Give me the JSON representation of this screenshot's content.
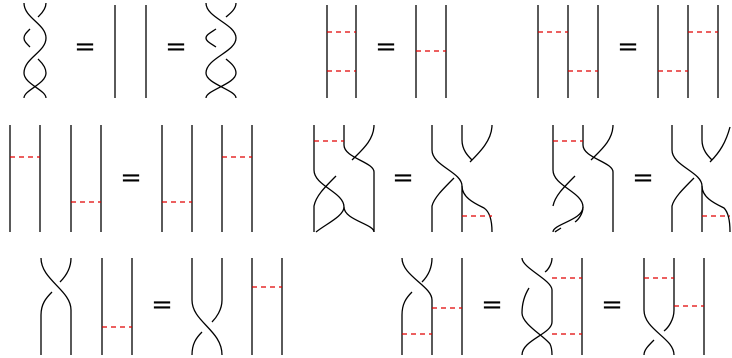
{
  "relations": [
    {
      "row": 1,
      "id": "r1-crossing-inverse",
      "equals_count": 2
    },
    {
      "row": 1,
      "id": "r1-chord-merge",
      "equals_count": 1
    },
    {
      "row": 1,
      "id": "r1-chords-commute",
      "equals_count": 1
    },
    {
      "row": 2,
      "id": "r2-far-chords-commute",
      "equals_count": 1
    },
    {
      "row": 2,
      "id": "r2-chord-through-crossing",
      "equals_count": 1
    },
    {
      "row": 2,
      "id": "r2-chord-through-crossing-variant",
      "equals_count": 1
    },
    {
      "row": 3,
      "id": "r3-crossing-far-chord",
      "equals_count": 1
    },
    {
      "row": 3,
      "id": "r3-braid-chord-relation",
      "equals_count": 2
    }
  ],
  "symbols": {
    "equals": "="
  },
  "colors": {
    "strand": "#000000",
    "chord": "#e00000"
  }
}
